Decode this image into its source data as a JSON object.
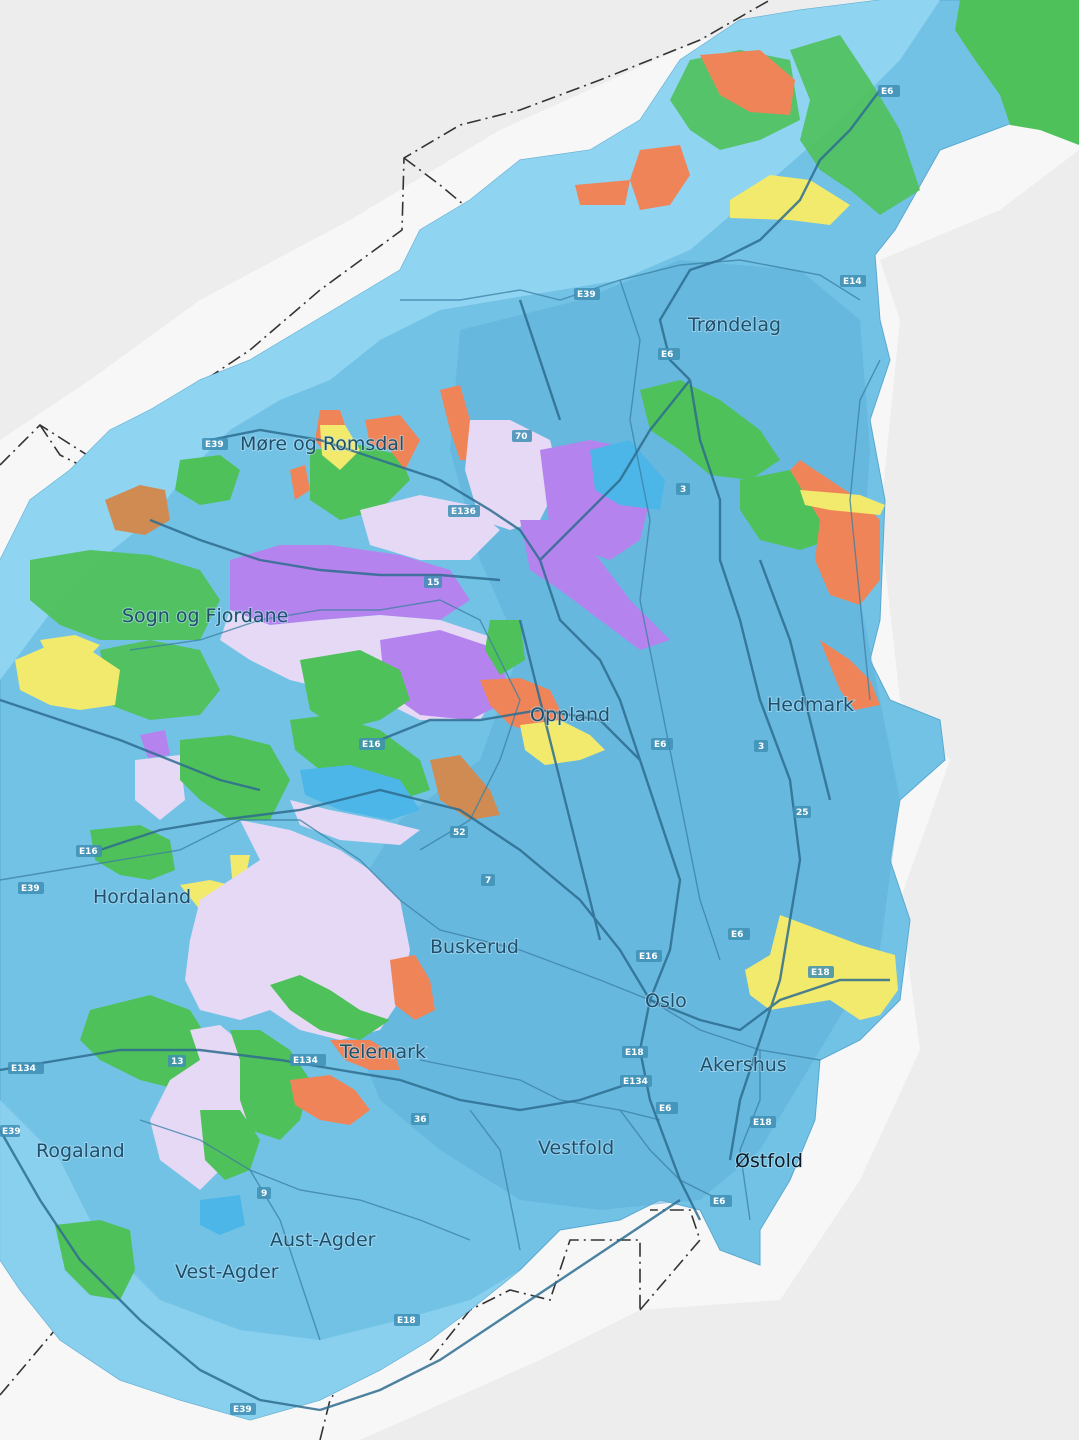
{
  "colors": {
    "background": "#ededed",
    "sea_land_outer": "#f7f7f7",
    "base_light": "#8fd3f0",
    "base_mid": "#6cbde3",
    "base_dark": "#55a8d2",
    "county_border": "#3b7fa3",
    "road": "#2e6d90",
    "green": "#4fc15a",
    "orange": "#f08459",
    "yellow": "#f2ea6c",
    "purple": "#b583ee",
    "lavender": "#e5d9f5",
    "cyan": "#4db6e8",
    "brown": "#cf8b52"
  },
  "regions": {
    "trondelag": "Trøndelag",
    "more_romsdal": "Møre og Romsdal",
    "sogn_fjordane": "Sogn og Fjordane",
    "oppland": "Oppland",
    "hedmark": "Hedmark",
    "hordaland": "Hordaland",
    "buskerud": "Buskerud",
    "oslo": "Oslo",
    "telemark": "Telemark",
    "akershus": "Akershus",
    "rogaland": "Rogaland",
    "vestfold": "Vestfold",
    "ostfold": "Østfold",
    "aust_agder": "Aust-Agder",
    "vest_agder": "Vest-Agder"
  },
  "roads": {
    "e6_north": "E6",
    "e14": "E14",
    "e39_north": "E39",
    "e6_trondelag": "E6",
    "e39_more": "E39",
    "r70": "70",
    "e136": "E136",
    "r3_north": "3",
    "r15": "15",
    "e6_oppland": "E6",
    "r3_hedmark": "3",
    "e16": "E16",
    "r25": "25",
    "r52": "52",
    "e16_west": "E16",
    "e39_west": "E39",
    "r7": "7",
    "e6_oslo": "E6",
    "e16_oslo": "E16",
    "e18_east": "E18",
    "e134_east": "E134",
    "e18_oslo": "E18",
    "e6_akershus": "E6",
    "e18_ostfold": "E18",
    "e6_ostfold": "E6",
    "r13": "13",
    "e134_mid": "E134",
    "e134_west": "E134",
    "r36": "36",
    "e39_rogaland": "E39",
    "r9": "9",
    "e18_south": "E18",
    "e39_south": "E39"
  }
}
